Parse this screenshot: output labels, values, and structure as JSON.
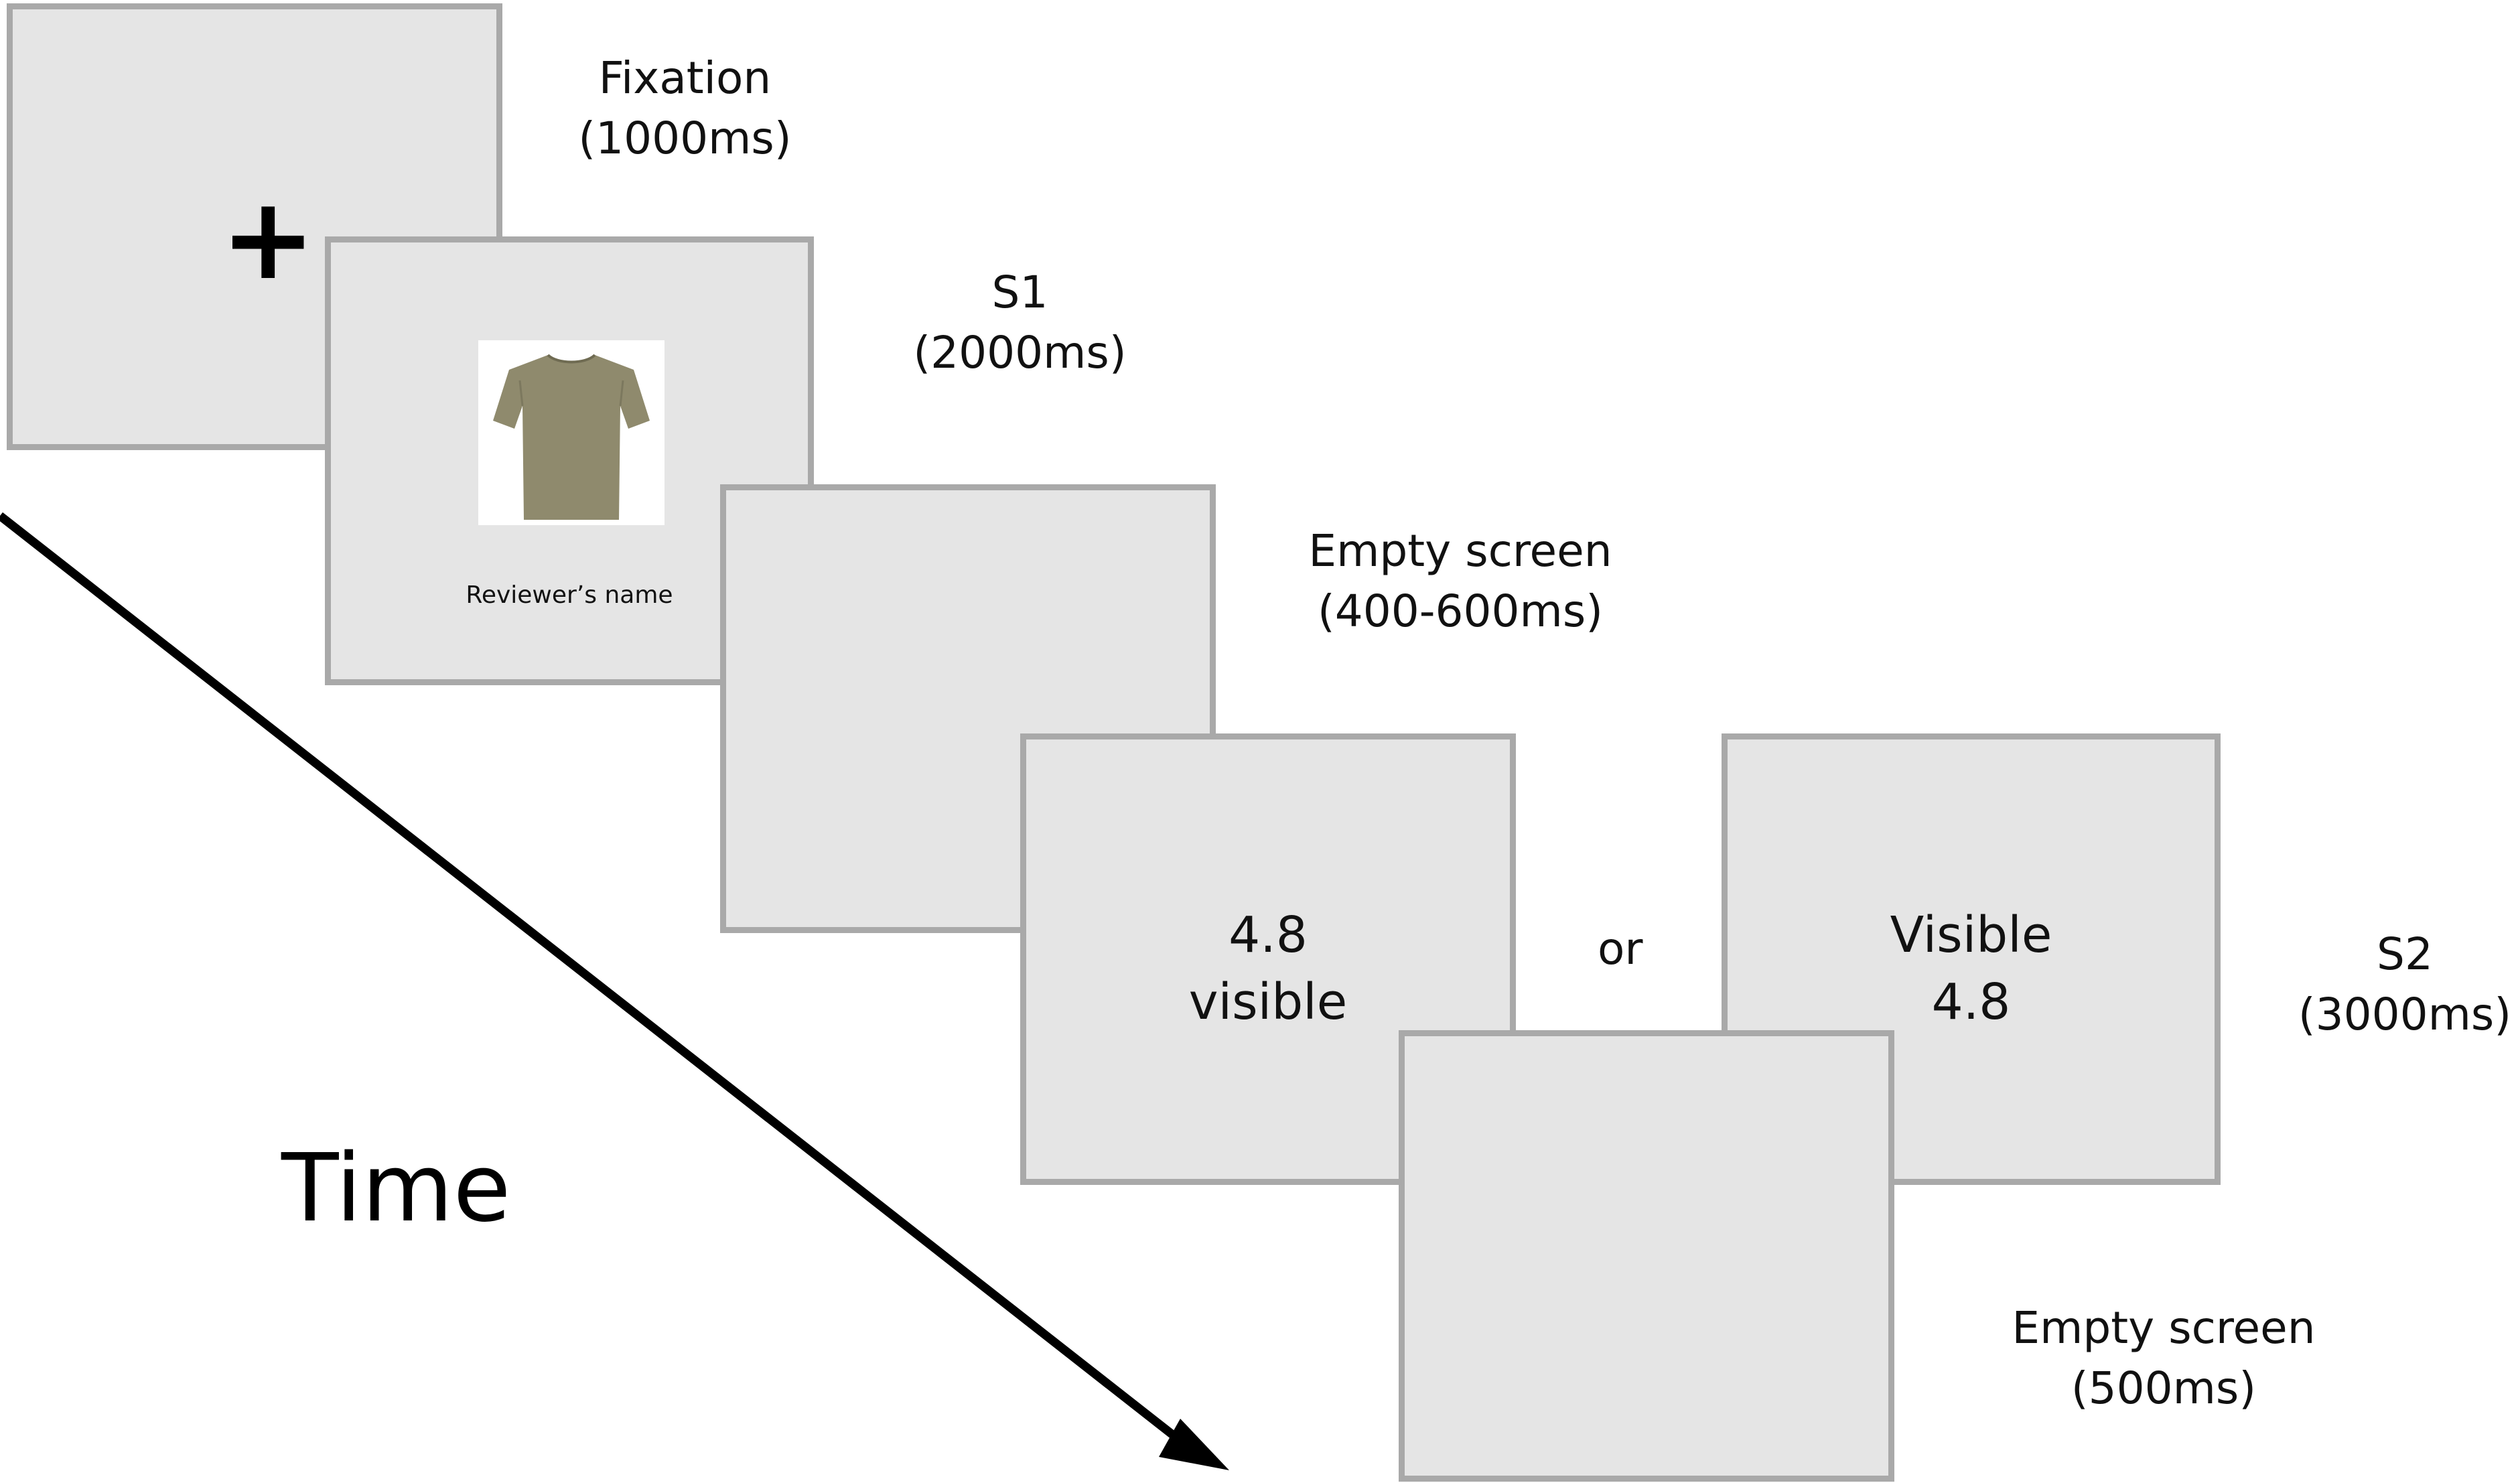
{
  "fixation": {
    "symbol": "+",
    "title": "Fixation",
    "duration": "(1000ms)"
  },
  "s1": {
    "title": "S1",
    "duration": "(2000ms)",
    "reviewer_name": "Reviewer’s name",
    "product_color": "#8f8a6d"
  },
  "empty1": {
    "title": "Empty screen",
    "duration": "(400-600ms)"
  },
  "s2": {
    "option_a": {
      "line1": "4.8",
      "line2": "visible"
    },
    "or_label": "or",
    "option_b": {
      "line1": "Visible",
      "line2": "4.8"
    },
    "title": "S2",
    "duration": "(3000ms)"
  },
  "empty2": {
    "title": "Empty screen",
    "duration": "(500ms)"
  },
  "time_label": "Time",
  "colors": {
    "screen_fill": "#e5e5e5",
    "screen_border": "#a9a9a9",
    "arrow": "#000000"
  }
}
